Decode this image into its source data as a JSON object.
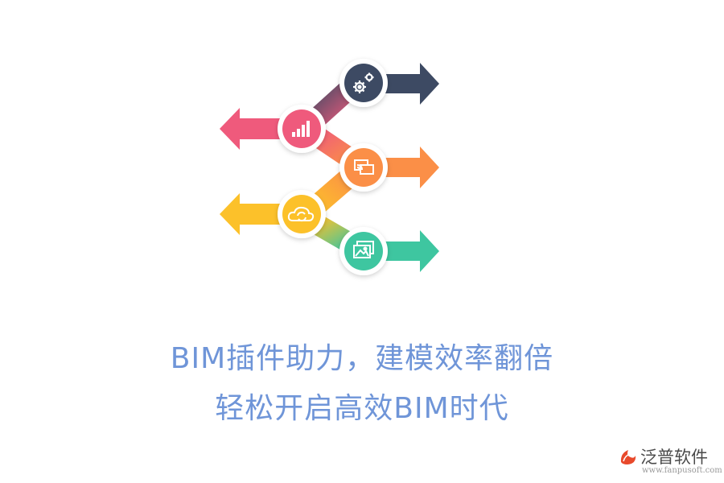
{
  "headline": {
    "line1": "BIM插件助力，建模效率翻倍",
    "line2": "轻松开启高效BIM时代"
  },
  "brand": {
    "name": "泛普软件",
    "url": "www.fanpusoft.com"
  },
  "steps": [
    {
      "id": "gears",
      "icon": "gears-icon",
      "direction": "right",
      "color": "#3d4a63"
    },
    {
      "id": "chart",
      "icon": "bar-chart-icon",
      "direction": "left",
      "color": "#ef5a7c"
    },
    {
      "id": "screen",
      "icon": "screen-share-icon",
      "direction": "right",
      "color": "#fb8f47"
    },
    {
      "id": "cloud",
      "icon": "cloud-sync-icon",
      "direction": "left",
      "color": "#fcc12a"
    },
    {
      "id": "image",
      "icon": "image-gallery-icon",
      "direction": "right",
      "color": "#3ec6a0"
    }
  ]
}
